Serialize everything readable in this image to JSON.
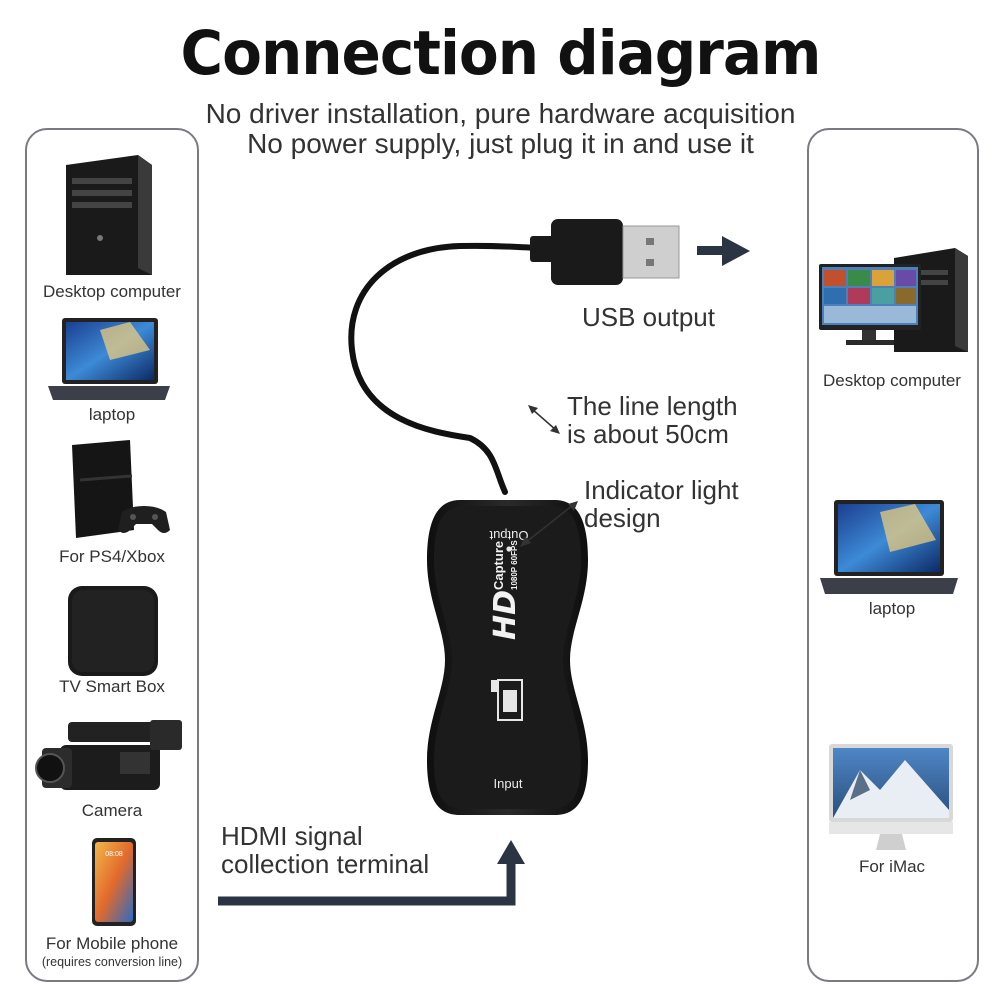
{
  "title": "Connection diagram",
  "subtitle": [
    "No driver installation, pure hardware acquisition",
    "No power supply, just plug it in and use it"
  ],
  "left_devices": [
    {
      "label": "Desktop computer",
      "icon": "desktop-tower-icon"
    },
    {
      "label": "laptop",
      "icon": "laptop-icon"
    },
    {
      "label": "For PS4/Xbox",
      "icon": "game-console-icon"
    },
    {
      "label": "TV Smart Box",
      "icon": "tv-box-icon"
    },
    {
      "label": "Camera",
      "icon": "camcorder-icon"
    },
    {
      "label": "For Mobile phone",
      "note": "(requires conversion line)",
      "icon": "smartphone-icon"
    }
  ],
  "right_devices": [
    {
      "label": "Desktop computer",
      "icon": "desktop-with-monitor-icon"
    },
    {
      "label": "laptop",
      "icon": "laptop-icon"
    },
    {
      "label": "For iMac",
      "icon": "imac-icon"
    }
  ],
  "callouts": {
    "usb_output": "USB output",
    "line_length": [
      "The line length",
      "is about 50cm"
    ],
    "indicator": [
      "Indicator light",
      "design"
    ],
    "hdmi": [
      "HDMI signal",
      "collection terminal"
    ]
  },
  "device": {
    "output_label": "Output",
    "input_label": "Input",
    "brand_main": "HD",
    "brand_sub": "Capture",
    "brand_spec": "1080P 60FPS"
  }
}
